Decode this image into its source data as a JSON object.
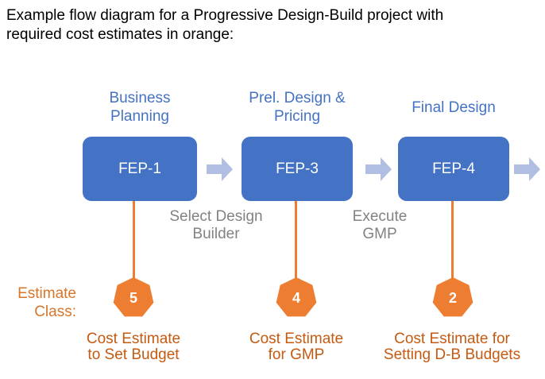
{
  "title": {
    "lines": [
      "Example flow diagram for a Progressive Design-Build project with",
      "required cost estimates in orange:"
    ]
  },
  "estimate_class_caption": "Estimate\nClass:",
  "stages": [
    {
      "phase": "Business\nPlanning",
      "fep": "FEP-1",
      "estimate_class": "5",
      "estimate_label": "Cost Estimate\nto Set Budget"
    },
    {
      "phase": "Prel. Design &\nPricing",
      "fep": "FEP-3",
      "estimate_class": "4",
      "estimate_label": "Cost Estimate\nfor GMP"
    },
    {
      "phase": "Final Design",
      "fep": "FEP-4",
      "estimate_class": "2",
      "estimate_label": "Cost Estimate for\nSetting D-B Budgets"
    }
  ],
  "transitions": [
    {
      "label": "Select Design\nBuilder"
    },
    {
      "label": "Execute\nGMP"
    },
    {
      "label": ""
    }
  ],
  "icons": {
    "flow_arrow": "right-block-arrow",
    "estimate_marker": "heptagon"
  },
  "colors": {
    "title_black": "#000000",
    "box_blue": "#4472C4",
    "label_blue": "#4472C4",
    "arrow_blue": "#B0BEE2",
    "gray_text": "#828282",
    "orange": "#ED7D31",
    "orange_mid": "#D97528",
    "orange_dark": "#C55A11"
  }
}
